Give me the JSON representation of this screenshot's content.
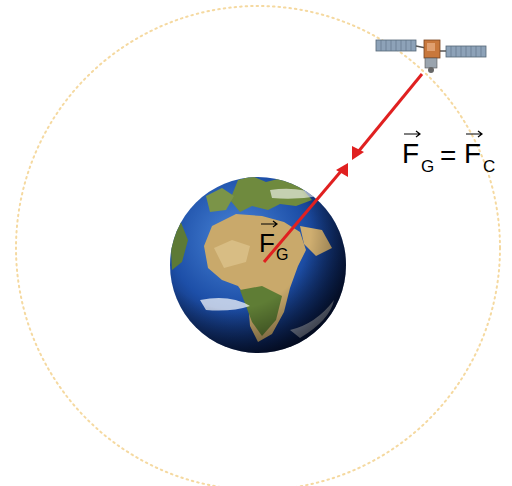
{
  "diagram": {
    "labels": [
      "F",
      "G",
      "=",
      "F",
      "C",
      "F",
      "G"
    ]
  }
}
